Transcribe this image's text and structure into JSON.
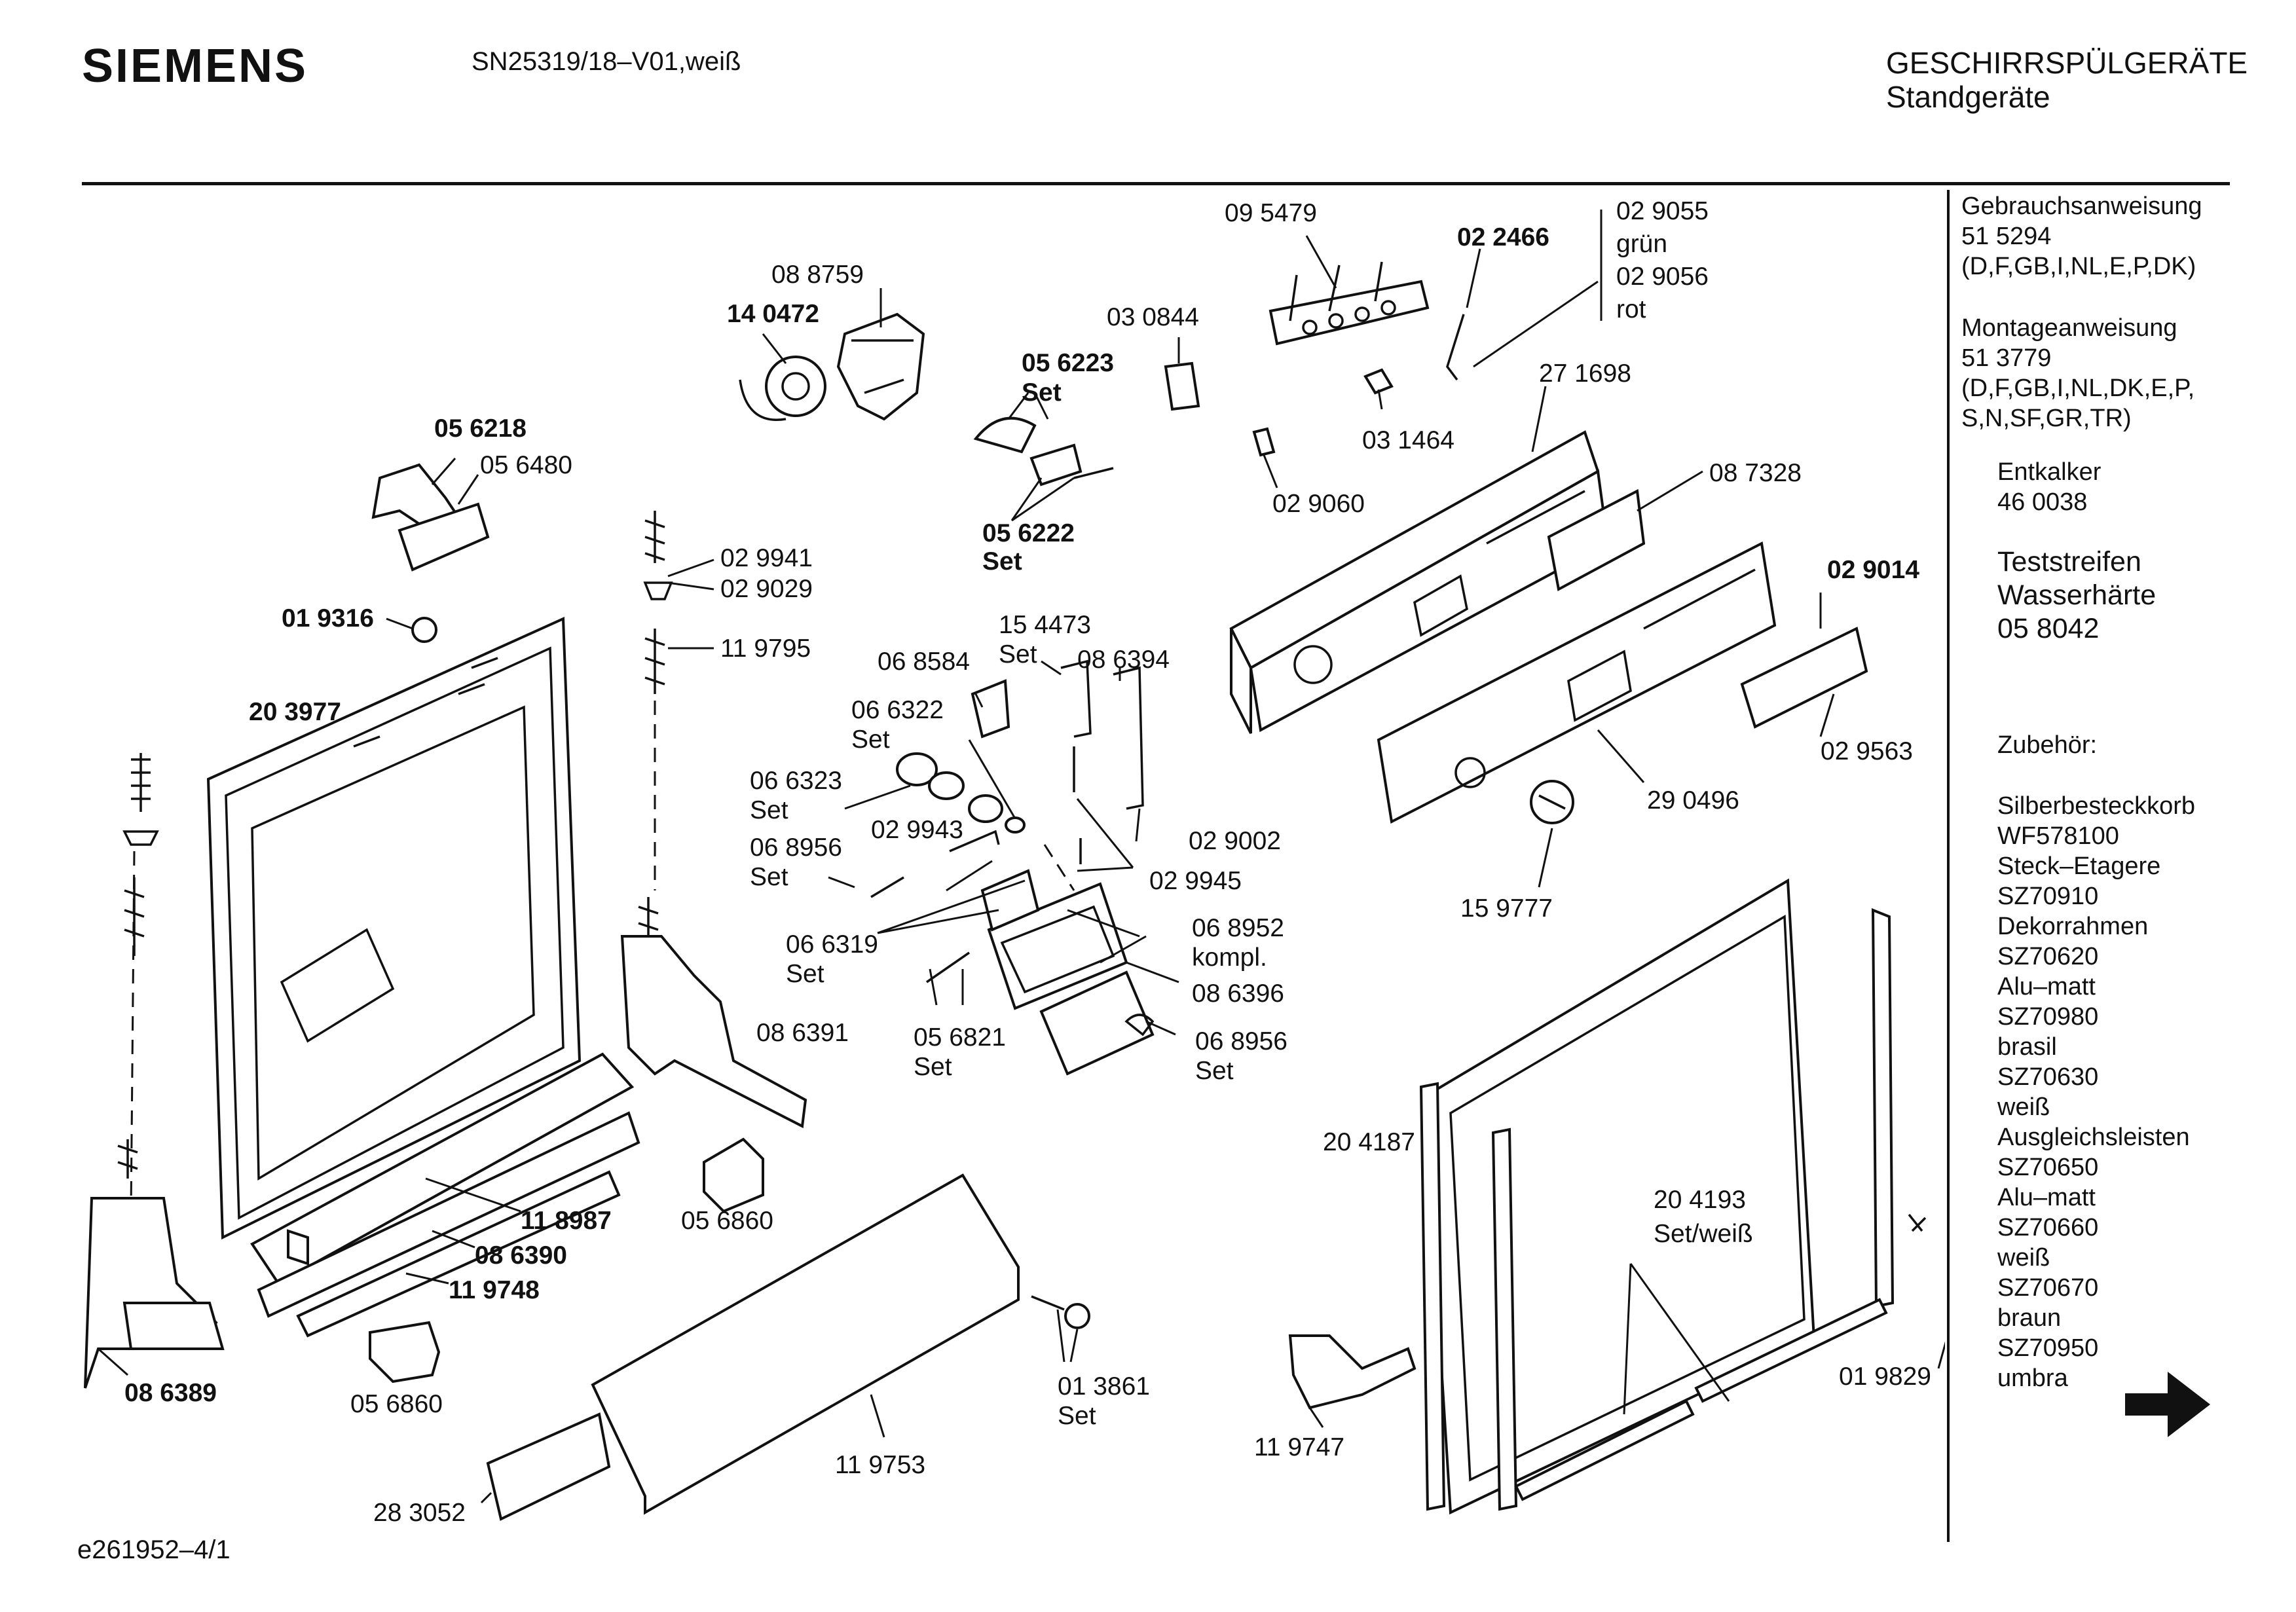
{
  "header": {
    "brand": "SIEMENS",
    "model": "SN25319/18–V01,weiß",
    "category_1": "GESCHIRRSPÜLGERÄTE",
    "category_2": "Standgeräte"
  },
  "footer": {
    "doc_id": "e261952–4/1"
  },
  "sidebar": {
    "manual_title": "Gebrauchsanweisung",
    "manual_no": "51 5294",
    "manual_langs": "(D,F,GB,I,NL,E,P,DK)",
    "assembly_title": "Montageanweisung",
    "assembly_no": "51 3779",
    "assembly_langs_1": "(D,F,GB,I,NL,DK,E,P,",
    "assembly_langs_2": "S,N,SF,GR,TR)",
    "descaler_title": "Entkalker",
    "descaler_no": "46 0038",
    "strips_1": "Teststreifen",
    "strips_2": "Wasserhärte",
    "strips_no": "05 8042",
    "accessories_title": "Zubehör:",
    "accessories": [
      "Silberbesteckkorb",
      "WF578100",
      "Steck–Etagere",
      "SZ70910",
      "Dekorrahmen",
      "SZ70620",
      "Alu–matt",
      "SZ70980",
      "brasil",
      "SZ70630",
      "weiß",
      "Ausgleichsleisten",
      "SZ70650",
      "Alu–matt",
      "SZ70660",
      "weiß",
      "SZ70670",
      "braun",
      "SZ70950",
      "umbra"
    ],
    "next_page_icon": "arrow-right-icon"
  },
  "labels": {
    "p095479": "09 5479",
    "p022466": "02 2466",
    "p029055": "02 9055",
    "gruen": "grün",
    "p029056": "02 9056",
    "rot": "rot",
    "p088759": "08 8759",
    "p140472": "14 0472",
    "p030844": "03 0844",
    "p056223": "05 6223",
    "set_a": "Set",
    "p271698": "27 1698",
    "p056218": "05 6218",
    "p056480": "05 6480",
    "p031464": "03 1464",
    "p029060": "02 9060",
    "p056222": "05 6222",
    "set_b": "Set",
    "p087328": "08 7328",
    "p029941": "02 9941",
    "p029029": "02 9029",
    "p019316": "01 9316",
    "p154473": "15 4473",
    "set_c": "Set",
    "p119795": "11 9795",
    "p068584": "06 8584",
    "p086394": "08 6394",
    "p029014": "02 9014",
    "p203977": "20 3977",
    "p066322": "06 6322",
    "set_d": "Set",
    "p066323": "06 6323",
    "set_e": "Set",
    "p029563": "02 9563",
    "p290496": "29 0496",
    "p029943": "02 9943",
    "p029002": "02 9002",
    "p068956a": "06 8956",
    "set_f": "Set",
    "p029945": "02 9945",
    "p159777": "15 9777",
    "p066319": "06 6319",
    "set_g": "Set",
    "p068952": "06 8952",
    "kompl": "kompl.",
    "p086396": "08 6396",
    "p086391": "08 6391",
    "p056821": "05 6821",
    "set_h": "Set",
    "p068956b": "06 8956",
    "set_i": "Set",
    "p204187": "20 4187",
    "p118987": "11 8987",
    "p086390": "08 6390",
    "p119748": "11 9748",
    "p056860a": "05 6860",
    "p204193": "20 4193",
    "set_weiss": "Set/weiß",
    "p086389": "08 6389",
    "p056860b": "05 6860",
    "p013861": "01 3861",
    "set_j": "Set",
    "p019829": "01 9829",
    "p119747": "11 9747",
    "p119753": "11 9753",
    "p283052": "28 3052"
  }
}
